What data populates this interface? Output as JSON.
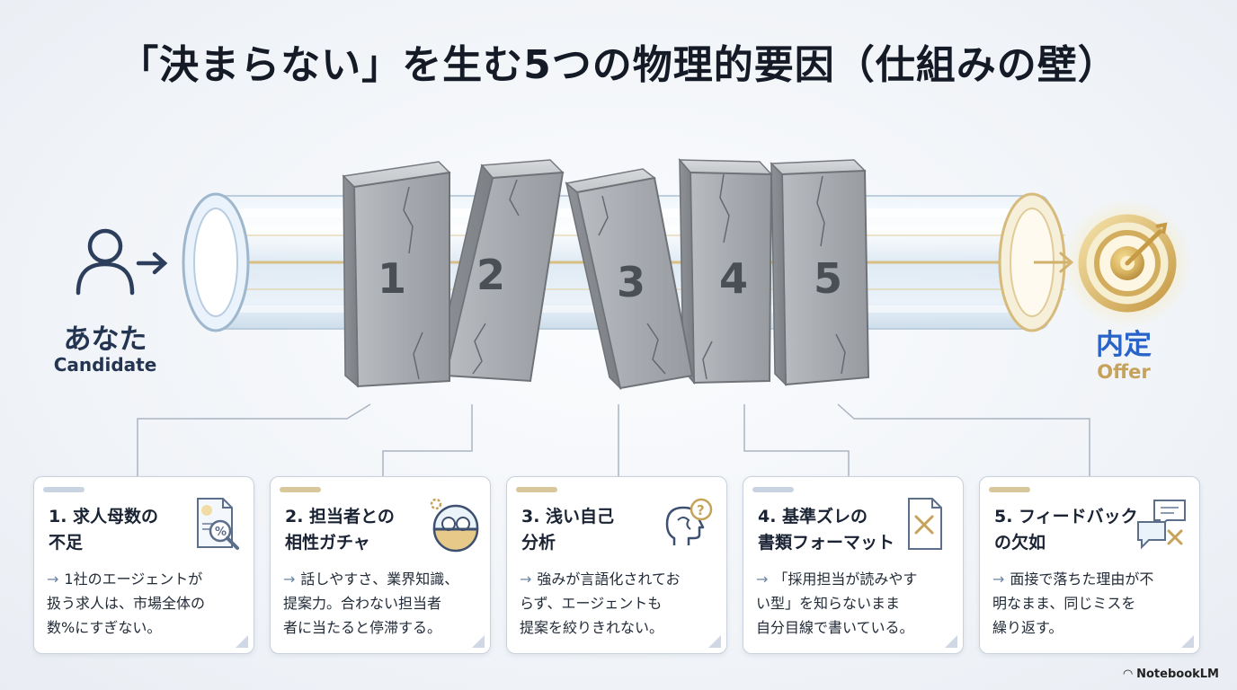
{
  "title": "「決まらない」を生む5つの物理的要因（仕組みの壁）",
  "candidate": {
    "label": "あなた",
    "sub": "Candidate"
  },
  "offer": {
    "label": "内定",
    "sub": "Offer"
  },
  "walls": [
    {
      "number": "1"
    },
    {
      "number": "2"
    },
    {
      "number": "3"
    },
    {
      "number": "4"
    },
    {
      "number": "5"
    }
  ],
  "cards": [
    {
      "title_lines": [
        "1. 求人母数の",
        "不足"
      ],
      "arrow": "→",
      "body_lines": [
        "1社のエージェントが",
        "扱う求人は、市場全体の",
        "数%にすぎない。"
      ],
      "icon": "document-percent-magnifier-icon",
      "tab_color": "#c9d4e2"
    },
    {
      "title_lines": [
        "2. 担当者との",
        "相性ガチャ"
      ],
      "arrow": "→",
      "body_lines": [
        "話しやすさ、業界知識、",
        "提案力。合わない担当者",
        "者に当たると停滞する。"
      ],
      "icon": "gacha-capsule-icon",
      "tab_color": "#d8c79b"
    },
    {
      "title_lines": [
        "3. 浅い自己",
        "分析"
      ],
      "arrow": "→",
      "body_lines": [
        "強みが言語化されてお",
        "らず、エージェントも",
        "提案を絞りきれない。"
      ],
      "icon": "head-question-icon",
      "tab_color": "#d8c79b"
    },
    {
      "title_lines": [
        "4. 基準ズレの",
        "書類フォーマット"
      ],
      "arrow": "→",
      "body_lines": [
        "「採用担当が読みやす",
        "い型」を知らないまま",
        "自分目線で書いている。"
      ],
      "icon": "document-x-icon",
      "tab_color": "#c9d4e2"
    },
    {
      "title_lines": [
        "5. フィードバック",
        "の欠如"
      ],
      "arrow": "→",
      "body_lines": [
        "面接で落ちた理由が不",
        "明なまま、同じミスを",
        "繰り返す。"
      ],
      "icon": "chat-bubbles-x-icon",
      "tab_color": "#d8c79b"
    }
  ],
  "brand": "NotebookLM",
  "colors": {
    "navy": "#243552",
    "gold": "#c6a25b",
    "offer_blue": "#2a63c8",
    "concrete": "#a9adb2"
  }
}
